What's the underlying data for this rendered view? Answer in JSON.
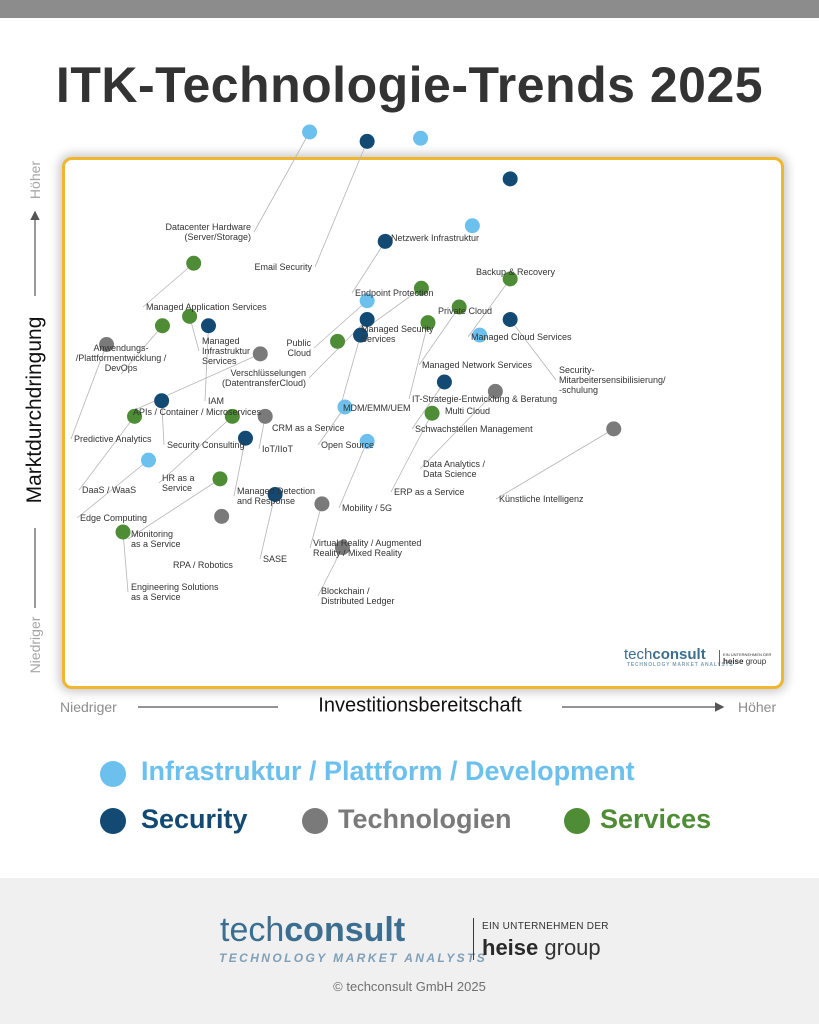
{
  "title": "ITK-Technologie-Trends 2025",
  "colors": {
    "Infrastruktur": "#6cc0ee",
    "Security": "#124a73",
    "Technologien": "#7a7a7a",
    "Services": "#4f8c36",
    "frame": "#f0b62d"
  },
  "chart_data": {
    "type": "scatter",
    "xlabel": "Investitionsbereitschaft",
    "ylabel": "Marktdurchdringung",
    "x_low": "Niedriger",
    "x_high": "Höher",
    "y_low": "Niedriger",
    "y_high": "Höher",
    "xlim": [
      0,
      100
    ],
    "ylim": [
      0,
      100
    ],
    "grid": false,
    "legend_position": "bottom",
    "series": [
      {
        "name": "Infrastruktur / Plattform / Development",
        "points": [
          {
            "label": "Datacenter Hardware\n(Server/Storage)",
            "x": 30,
            "y": 88
          },
          {
            "label": "Netzwerk Infrastruktur",
            "x": 43.5,
            "y": 87
          },
          {
            "label": "Private Cloud",
            "x": 49.8,
            "y": 73
          },
          {
            "label": "Public\nCloud",
            "x": 37,
            "y": 61
          },
          {
            "label": "Multi Cloud",
            "x": 50.7,
            "y": 55.5
          },
          {
            "label": "Open Source",
            "x": 34.3,
            "y": 44
          },
          {
            "label": "Mobility / 5G",
            "x": 37,
            "y": 38.5
          },
          {
            "label": "Edge Computing",
            "x": 10.4,
            "y": 35.5
          }
        ]
      },
      {
        "name": "Security",
        "points": [
          {
            "label": "Email Security",
            "x": 37,
            "y": 86.5
          },
          {
            "label": "Backup & Recovery",
            "x": 54.4,
            "y": 80.5
          },
          {
            "label": "Endpoint Protection",
            "x": 39.2,
            "y": 70.5
          },
          {
            "label": "Verschlüsselungen\n(DatentransferCloud)",
            "x": 37,
            "y": 58
          },
          {
            "label": "IAM",
            "x": 17.7,
            "y": 57
          },
          {
            "label": "Security-\nMitarbeitersensibilisierung/\n-schulung",
            "x": 54.4,
            "y": 58
          },
          {
            "label": "MDM/EMM/UEM",
            "x": 36.2,
            "y": 55.5
          },
          {
            "label": "Schwachstellen Management",
            "x": 46.4,
            "y": 48
          },
          {
            "label": "Security Consulting",
            "x": 12,
            "y": 45
          },
          {
            "label": "Managed Detection\nand Response",
            "x": 22.2,
            "y": 39
          },
          {
            "label": "SASE",
            "x": 25.8,
            "y": 30
          }
        ]
      },
      {
        "name": "Technologien",
        "points": [
          {
            "label": "APIs / Container / Microservices",
            "x": 24,
            "y": 52.5
          },
          {
            "label": "Predictive Analytics",
            "x": 5.3,
            "y": 54
          },
          {
            "label": "IoT/IIoT",
            "x": 24.6,
            "y": 42.5
          },
          {
            "label": "Data Analytics /\nData Science",
            "x": 52.6,
            "y": 46.5
          },
          {
            "label": "Künstliche Intelligenz",
            "x": 67,
            "y": 40.5
          },
          {
            "label": "Virtual Reality / Augmented\nReality / Mixed Reality",
            "x": 31.5,
            "y": 28.5
          },
          {
            "label": "RPA / Robotics",
            "x": 19.3,
            "y": 26.5
          },
          {
            "label": "Blockchain /\nDistributed Ledger",
            "x": 34,
            "y": 21.5
          }
        ]
      },
      {
        "name": "Services",
        "points": [
          {
            "label": "Managed Application Services",
            "x": 15.9,
            "y": 67
          },
          {
            "label": "Managed\nInfrastruktur\nServices",
            "x": 15.4,
            "y": 58.5
          },
          {
            "label": "Anwendungs-\n/Plattformentwicklung /\nDevOps",
            "x": 12.1,
            "y": 57
          },
          {
            "label": "Managed Security\nServices",
            "x": 43.6,
            "y": 63
          },
          {
            "label": "Managed Cloud Services",
            "x": 54.4,
            "y": 64.5
          },
          {
            "label": "Managed Network Services",
            "x": 48.2,
            "y": 60
          },
          {
            "label": "IT-Strategie-Entwicklung & Beratung",
            "x": 44.4,
            "y": 57.5
          },
          {
            "label": "CRM as a Service",
            "x": 33.4,
            "y": 54.5
          },
          {
            "label": "HR as a\nService",
            "x": 20.6,
            "y": 42.5
          },
          {
            "label": "DaaS / WaaS",
            "x": 8.7,
            "y": 42.5
          },
          {
            "label": "ERP as a Service",
            "x": 44.9,
            "y": 43
          },
          {
            "label": "Monitoring\nas a Service",
            "x": 19.1,
            "y": 32.5
          },
          {
            "label": "Engineering Solutions\nas a Service",
            "x": 7.3,
            "y": 24
          }
        ]
      }
    ]
  },
  "legend": [
    {
      "label": "Infrastruktur / Plattform / Development",
      "color": "#6cc0ee"
    },
    {
      "label": "Security",
      "color": "#124a73"
    },
    {
      "label": "Technologien",
      "color": "#7a7a7a"
    },
    {
      "label": "Services",
      "color": "#4f8c36"
    }
  ],
  "watermark": {
    "brand_light": "tech",
    "brand_bold": "consult",
    "tagline": "TECHNOLOGY MARKET ANALYSTS",
    "parent": "EIN UNTERNEHMEN DER",
    "parent_bold": "heise",
    "parent_light": " group"
  },
  "footer": {
    "brand_light": "tech",
    "brand_bold": "consult",
    "tagline": "TECHNOLOGY MARKET ANALYSTS",
    "parent": "EIN UNTERNEHMEN DER",
    "parent_bold": "heise",
    "parent_light": " group",
    "copyright": "© techconsult GmbH 2025"
  }
}
